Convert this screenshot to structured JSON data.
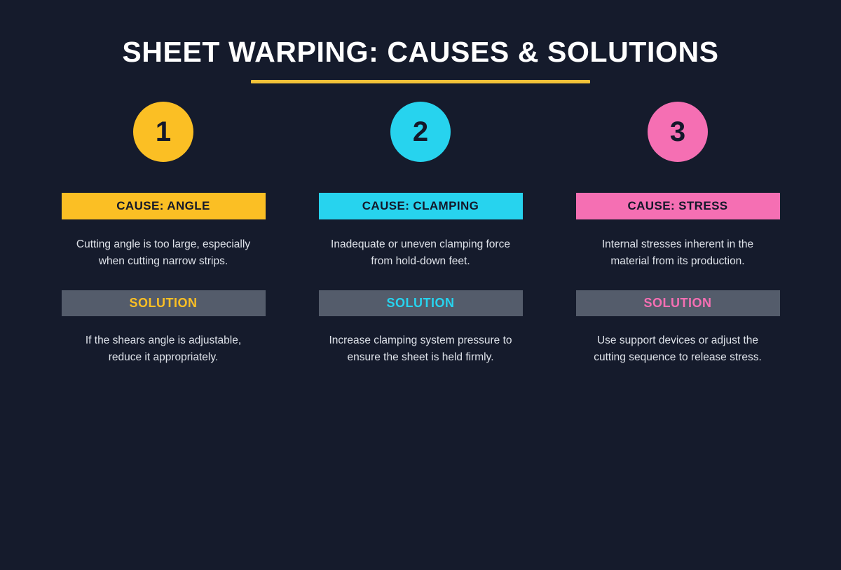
{
  "theme": {
    "background": "#151b2c",
    "title_color": "#ffffff",
    "underline_color": "#f0c239",
    "body_text_color": "#dfe3ea",
    "solution_bar_color": "#545c6b",
    "badge_text_color": "#14182a"
  },
  "header": {
    "title": "SHEET WARPING: CAUSES & SOLUTIONS"
  },
  "columns": [
    {
      "number": "1",
      "accent": "#fbbf24",
      "cause_label": "CAUSE: ANGLE",
      "cause_text": "Cutting angle is too large, especially when cutting narrow strips.",
      "solution_label": "SOLUTION",
      "solution_text": "If the shears angle is adjustable, reduce it appropriately."
    },
    {
      "number": "2",
      "accent": "#27d3ee",
      "cause_label": "CAUSE: CLAMPING",
      "cause_text": "Inadequate or uneven clamping force from hold-down feet.",
      "solution_label": "SOLUTION",
      "solution_text": "Increase clamping system pressure to ensure the sheet is held firmly."
    },
    {
      "number": "3",
      "accent": "#f56fb3",
      "cause_label": "CAUSE: STRESS",
      "cause_text": "Internal stresses inherent in the material from its production.",
      "solution_label": "SOLUTION",
      "solution_text": "Use support devices or adjust the cutting sequence to release stress."
    }
  ]
}
